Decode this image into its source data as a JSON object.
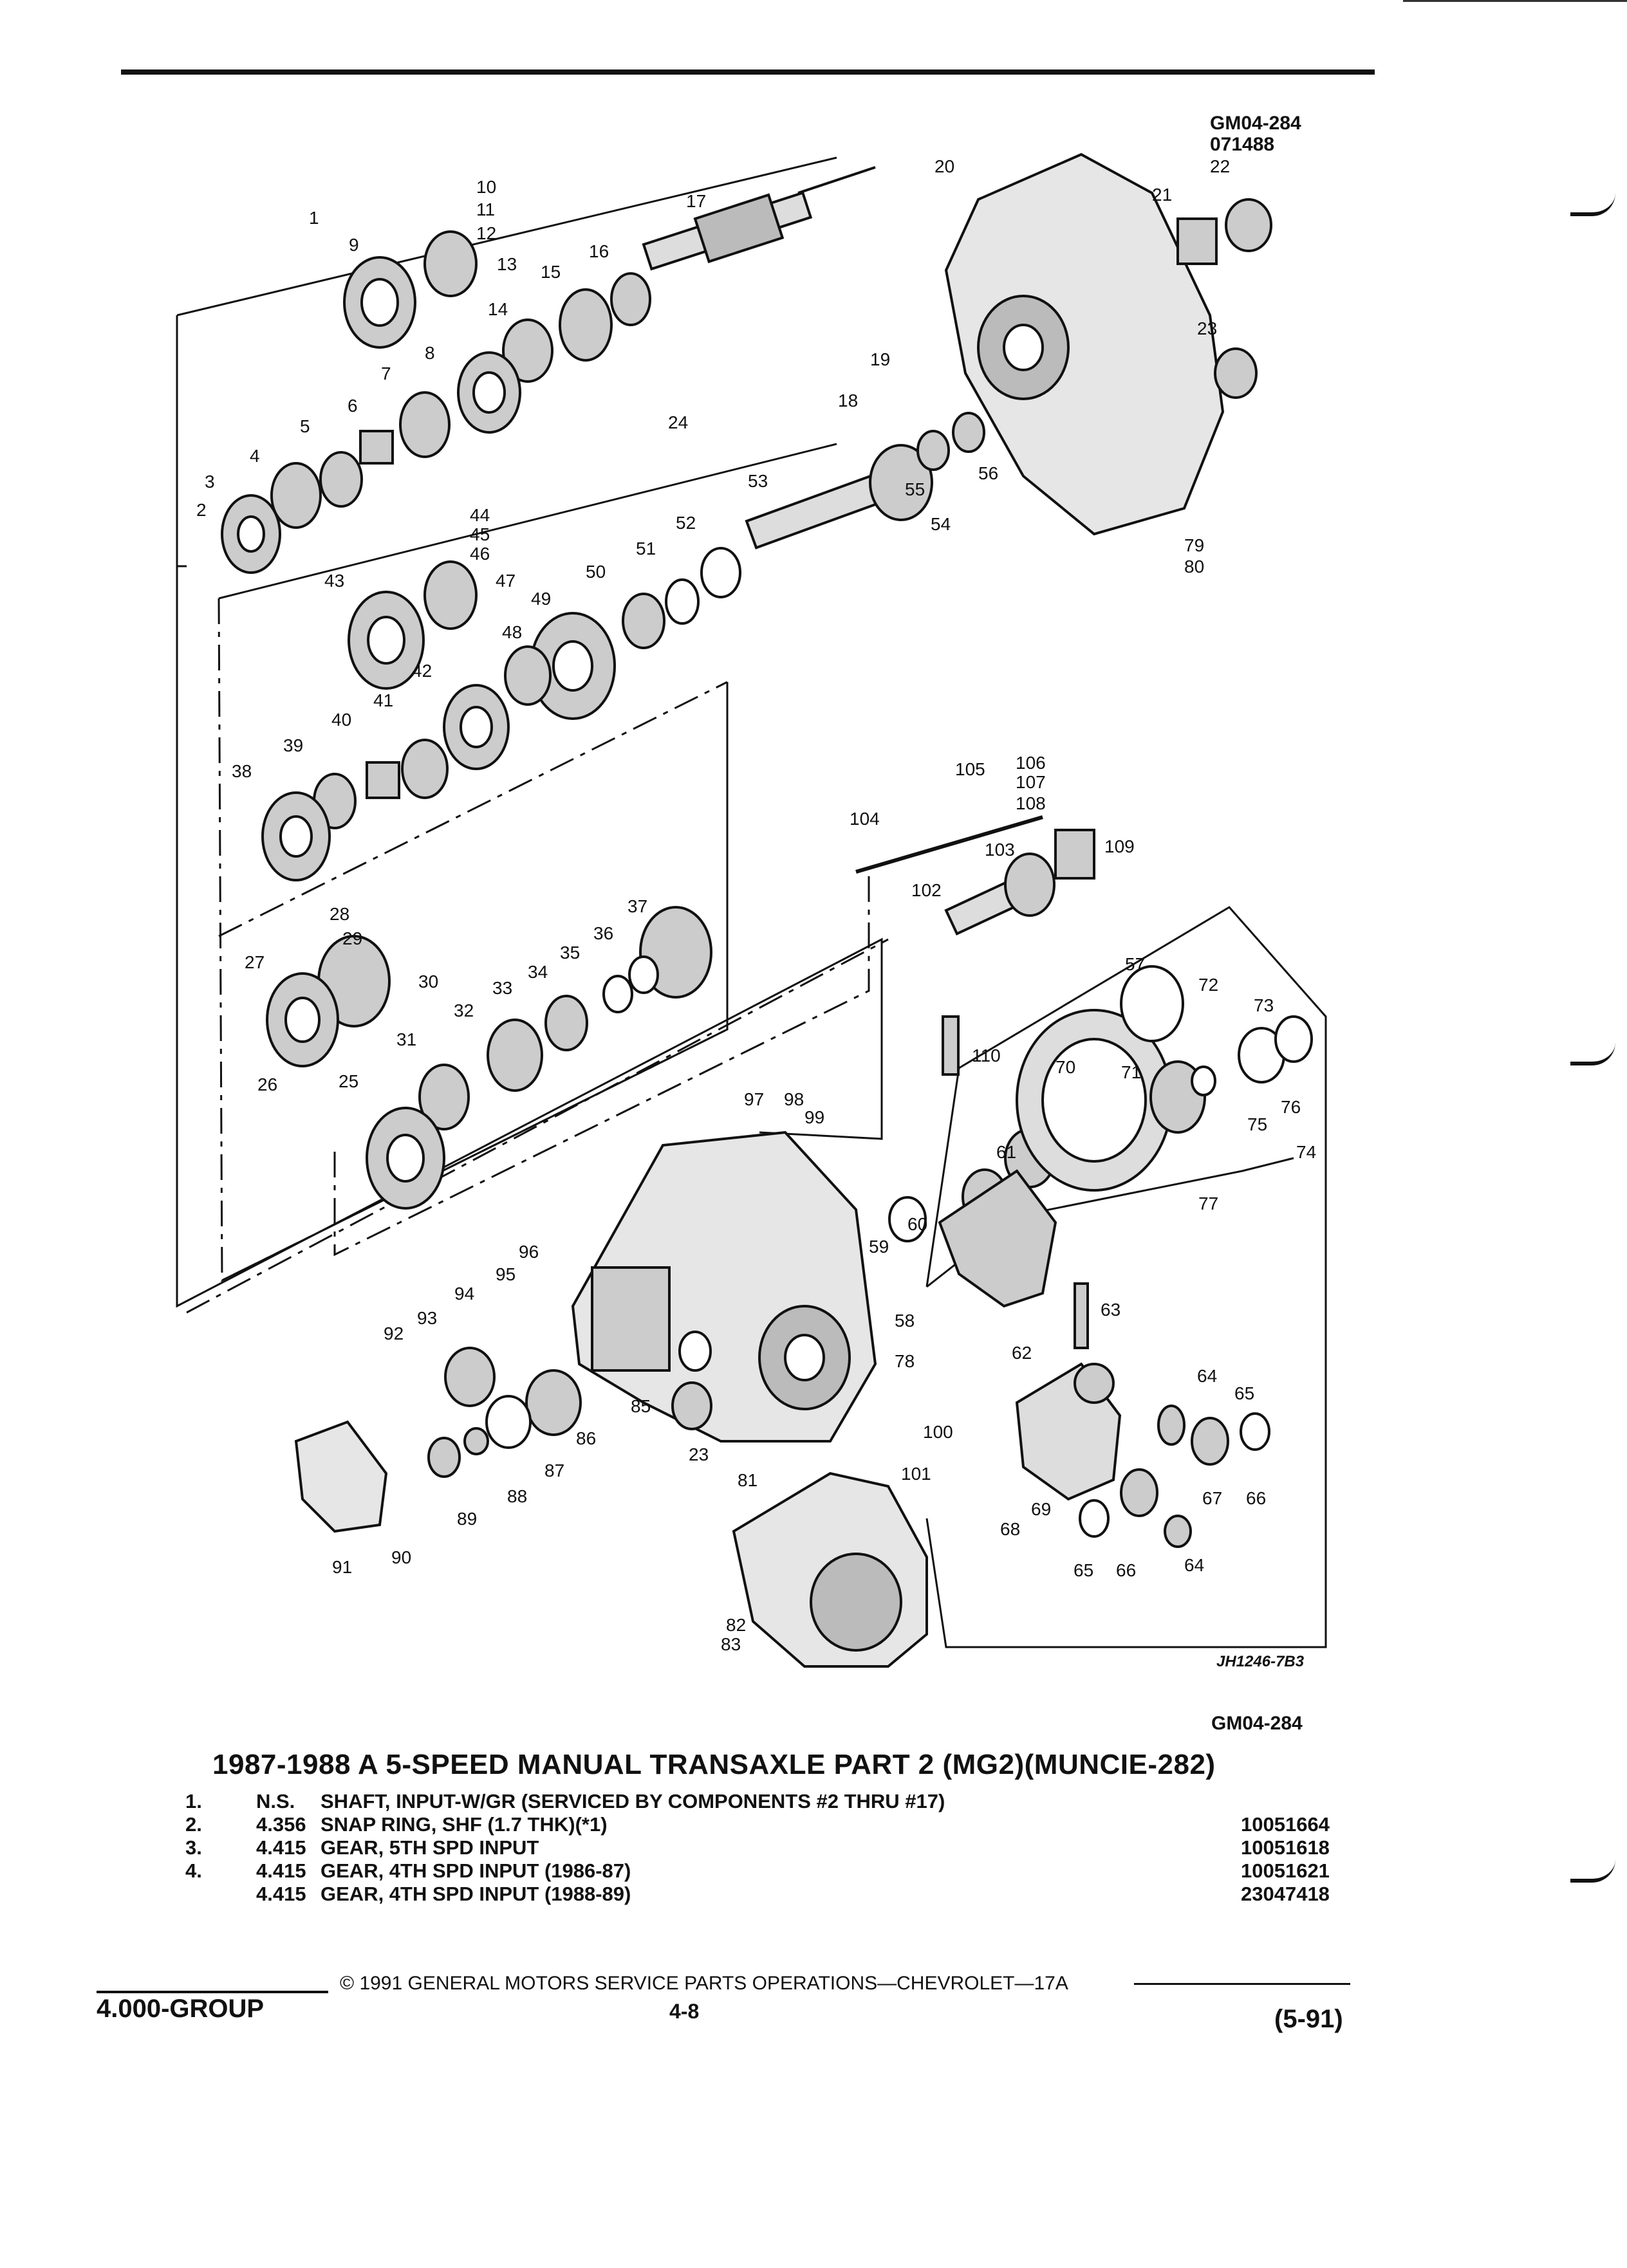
{
  "figure": {
    "code_top": "GM04-284",
    "code_date": "071488",
    "code_bottom": "GM04-284",
    "illustration_id": "JH1246-7B3"
  },
  "callouts": [
    "1",
    "2",
    "3",
    "4",
    "5",
    "6",
    "7",
    "8",
    "9",
    "10",
    "11",
    "12",
    "13",
    "14",
    "15",
    "16",
    "17",
    "18",
    "19",
    "20",
    "21",
    "22",
    "23",
    "24",
    "25",
    "26",
    "27",
    "28",
    "29",
    "30",
    "31",
    "32",
    "33",
    "34",
    "35",
    "36",
    "37",
    "38",
    "39",
    "40",
    "41",
    "42",
    "43",
    "44",
    "45",
    "46",
    "47",
    "48",
    "49",
    "50",
    "51",
    "52",
    "53",
    "54",
    "55",
    "56",
    "57",
    "58",
    "59",
    "60",
    "61",
    "62",
    "63",
    "64",
    "65",
    "66",
    "67",
    "68",
    "69",
    "70",
    "71",
    "72",
    "73",
    "74",
    "75",
    "76",
    "77",
    "78",
    "79",
    "80",
    "81",
    "82",
    "83",
    "85",
    "86",
    "87",
    "88",
    "89",
    "90",
    "91",
    "92",
    "93",
    "94",
    "95",
    "96",
    "97",
    "98",
    "99",
    "100",
    "101",
    "102",
    "103",
    "104",
    "105",
    "106",
    "107",
    "108",
    "109",
    "110",
    "23",
    "64",
    "65",
    "66"
  ],
  "title": "1987-1988 A 5-SPEED MANUAL TRANSAXLE PART 2 (MG2)(MUNCIE-282)",
  "parts": [
    {
      "num": "1.",
      "code": "N.S.",
      "name": "SHAFT",
      "desc": ", INPUT-W/GR (SERVICED BY COMPONENTS #2 THRU #17)",
      "part_no": ""
    },
    {
      "num": "2.",
      "code": "4.356",
      "name": "SNAP RING",
      "desc": ", SHF (1.7 THK)(*1)",
      "part_no": "10051664"
    },
    {
      "num": "3.",
      "code": "4.415",
      "name": "GEAR",
      "desc": ", 5TH SPD INPUT",
      "part_no": "10051618"
    },
    {
      "num": "4.",
      "code": "4.415",
      "name": "GEAR",
      "desc": ", 4TH SPD INPUT (1986-87)",
      "part_no": "10051621"
    },
    {
      "num": "",
      "code": "4.415",
      "name": "GEAR",
      "desc": ", 4TH SPD INPUT (1988-89)",
      "part_no": "23047418"
    }
  ],
  "footer": {
    "group": "4.000-GROUP",
    "copyright": "© 1991 GENERAL MOTORS SERVICE PARTS OPERATIONS—CHEVROLET—17A",
    "page": "4-8",
    "date": "(5-91)"
  }
}
